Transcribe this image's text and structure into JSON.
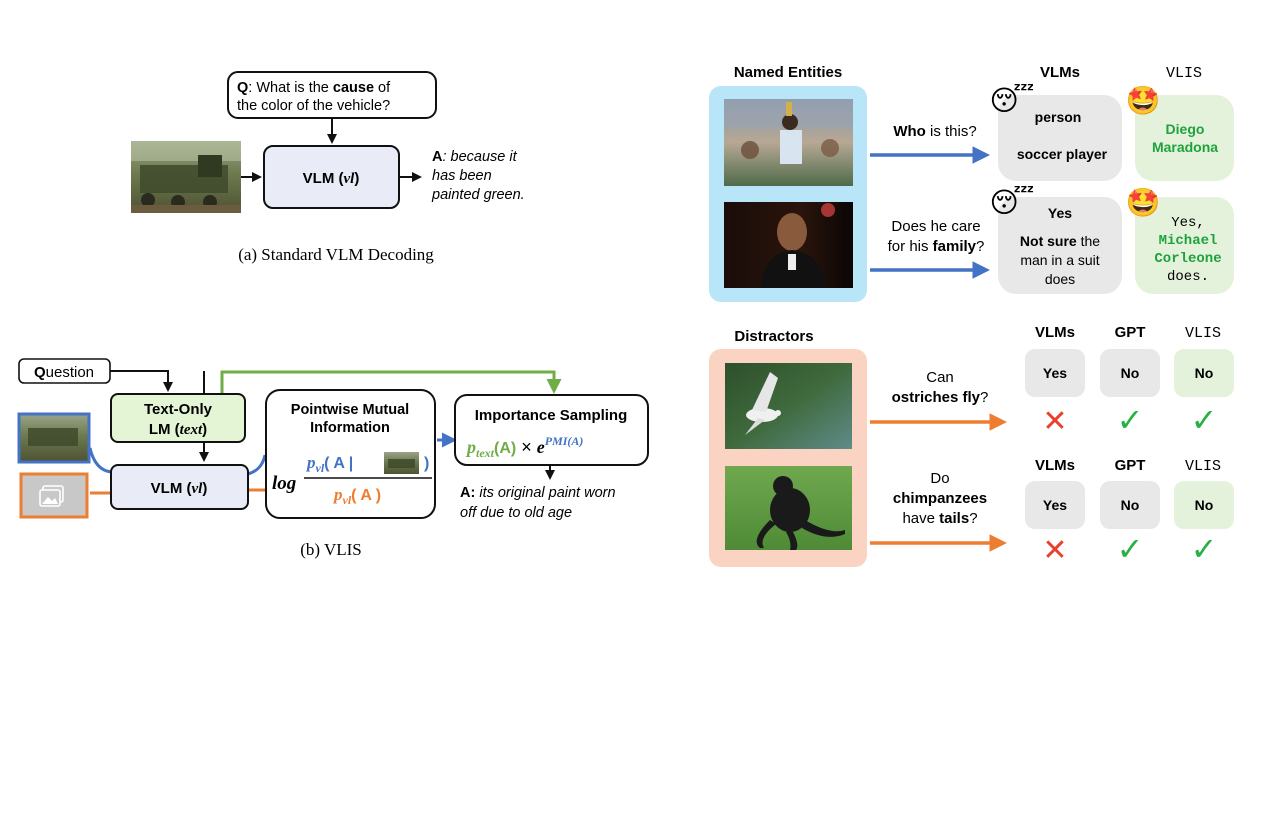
{
  "colors": {
    "blue": "#4472c4",
    "orange": "#ed7d31",
    "green": "#70ad47",
    "vlm_box": "#e9ecf7",
    "text_lm_box": "#e4f5d6",
    "named_panel": "#b8e5f7",
    "distractor_panel": "#fbd3c3",
    "bubble_gray": "#e8e8e8",
    "bubble_green": "#e4f2dc",
    "name_green": "#1ea33c",
    "cross_red": "#e8402d",
    "check_green": "#27b044"
  },
  "panel_a": {
    "question_prefix": "Q",
    "question_line1": ": What is the ",
    "question_bold": "cause",
    "question_line1_end": " of",
    "question_line2": "the color of the vehicle?",
    "vlm_label": "VLM (",
    "vlm_var": "vl",
    "vlm_close": ")",
    "answer_prefix": "A",
    "answer_line1": ": because it",
    "answer_line2": "has been",
    "answer_line3": "painted green.",
    "caption": "(a) Standard VLM Decoding",
    "image_icon": "green-truck-photo"
  },
  "panel_b": {
    "question_first": "Q",
    "question_rest": "uestion",
    "text_lm_line1": "Text-Only",
    "text_lm_line2": "LM (",
    "text_lm_var": "text",
    "text_lm_close": ")",
    "vlm_label": "VLM (",
    "vlm_var": "vl",
    "vlm_close": ")",
    "pmi_title_line1": "Pointwise Mutual",
    "pmi_title_line2": "Information",
    "log": "log",
    "p_vl": "p",
    "p_vl_sub": "vl",
    "num_answer": "( A |",
    "den_answer": "( A )",
    "num_close": ")",
    "is_title": "Importance Sampling",
    "p_text": "p",
    "p_text_sub": "text",
    "is_answer": "(A)",
    "times": "×",
    "exp_e": "e",
    "exp_sup": "PMI(A)",
    "answer_prefix": "A:",
    "answer_line1": " its original paint worn",
    "answer_line2": "off due to old age",
    "caption": "(b) VLIS",
    "image_icon": "picture-placeholder-icon"
  },
  "named_entities": {
    "title": "Named Entities",
    "col_vlms": "VLMs",
    "col_vlis": "VLIS",
    "q1_bold": "Who",
    "q1_rest": " is this?",
    "q1_vlm_line1": "person",
    "q1_vlm_line2": "soccer player",
    "q1_vlis_line1": "Diego",
    "q1_vlis_line2": "Maradona",
    "q2_line1": "Does he care",
    "q2_line2_pre": "for his ",
    "q2_bold": "family",
    "q2_line2_post": "?",
    "q2_vlm_line1": "Yes",
    "q2_vlm_bold": "Not sure",
    "q2_vlm_line2_rest": " the",
    "q2_vlm_line3": "man in a suit",
    "q2_vlm_line4": "does",
    "q2_vlis_line1": "Yes,",
    "q2_vlis_line2": "Michael",
    "q2_vlis_line3": "Corleone",
    "q2_vlis_line4": "does.",
    "sleepy_icon": "😴",
    "star_icon": "🤩"
  },
  "distractors": {
    "title": "Distractors",
    "col_vlms": "VLMs",
    "col_gpt": "GPT",
    "col_vlis": "VLIS",
    "q1_line1": "Can",
    "q1_bold1": "ostriches",
    "q1_bold2": "fly",
    "q1_end": "?",
    "q1_vlms": "Yes",
    "q1_gpt": "No",
    "q1_vlis": "No",
    "q2_line1": "Do",
    "q2_bold1": "chimpanzees",
    "q2_line3_pre": "have ",
    "q2_bold2": "tails",
    "q2_end": "?",
    "q2_vlms": "Yes",
    "q2_gpt": "No",
    "q2_vlis": "No",
    "cross_icon": "✕",
    "check_icon": "✓"
  }
}
